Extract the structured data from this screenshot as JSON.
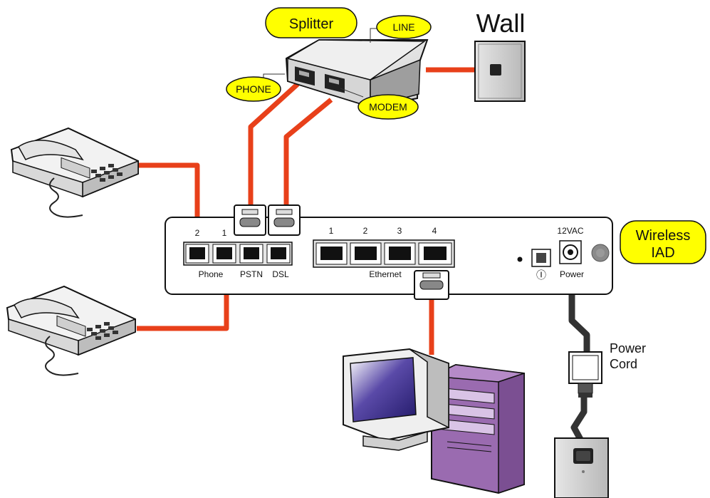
{
  "labels": {
    "splitter": "Splitter",
    "line": "LINE",
    "phone_port": "PHONE",
    "modem": "MODEM",
    "wall": "Wall",
    "device": [
      "Wireless",
      "IAD"
    ],
    "power_cord": [
      "Power",
      "Cord"
    ]
  },
  "panel": {
    "phone_port_numbers": [
      "2",
      "1"
    ],
    "phone_label": "Phone",
    "pstn_label": "PSTN",
    "dsl_label": "DSL",
    "ethernet_port_numbers": [
      "1",
      "2",
      "3",
      "4"
    ],
    "ethernet_label": "Ethernet",
    "voltage_label": "12VAC",
    "power_label": "Power",
    "power_switch_glyph": "Ⓘ"
  },
  "colors": {
    "cable": "#e8401a",
    "bubble": "#ffff00",
    "computer_case": "#9a6bb0",
    "outline": "#111111"
  }
}
